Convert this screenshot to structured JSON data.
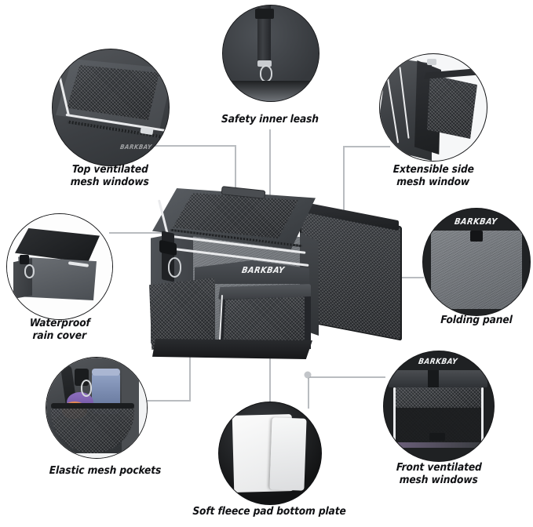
{
  "page": {
    "background": "#ffffff",
    "accent_line_color": "#b9bcc0",
    "label_color": "#101114",
    "brand": "BARKBAY"
  },
  "product": {
    "name": "BARKBAY pet carrier",
    "brand_label": "BARKBAY",
    "description": "Grey and black expandable pet carrier with top mesh window, front mesh door and extended side mesh compartment"
  },
  "callouts": [
    {
      "id": "top-ventilated-mesh-windows",
      "label": "Top ventilated\nmesh windows",
      "photo": "close-up of the zippered top lid with dark mesh panel and white piping"
    },
    {
      "id": "safety-inner-leash",
      "label": "Safety inner leash",
      "photo": "black webbing strap with metal snap hook inside the carrier"
    },
    {
      "id": "extensible-side-mesh-window",
      "label": "Extensible side\nmesh window",
      "photo": "side compartment unzipped showing expandable mesh wing"
    },
    {
      "id": "folding-panel",
      "label": "Folding panel",
      "photo": "grey heathered rigid folding panel with BARKBAY logo"
    },
    {
      "id": "front-ventilated-mesh-windows",
      "label": "Front ventilated\nmesh windows",
      "photo": "front door rolled up showing light mesh window and BARKBAY logo"
    },
    {
      "id": "soft-fleece-pad-bottom-plate",
      "label": "Soft fleece pad bottom plate",
      "photo": "white soft fleece pad laid over the white bottom plate"
    },
    {
      "id": "elastic-mesh-pockets",
      "label": "Elastic mesh pockets",
      "photo": "side elastic mesh pocket holding a blue water bottle, orange collapsible bowl and a purple leash"
    },
    {
      "id": "waterproof-rain-cover",
      "label": "Waterproof\nrain cover",
      "photo": "carrier fitted with a black waterproof rain cover over the top"
    }
  ]
}
